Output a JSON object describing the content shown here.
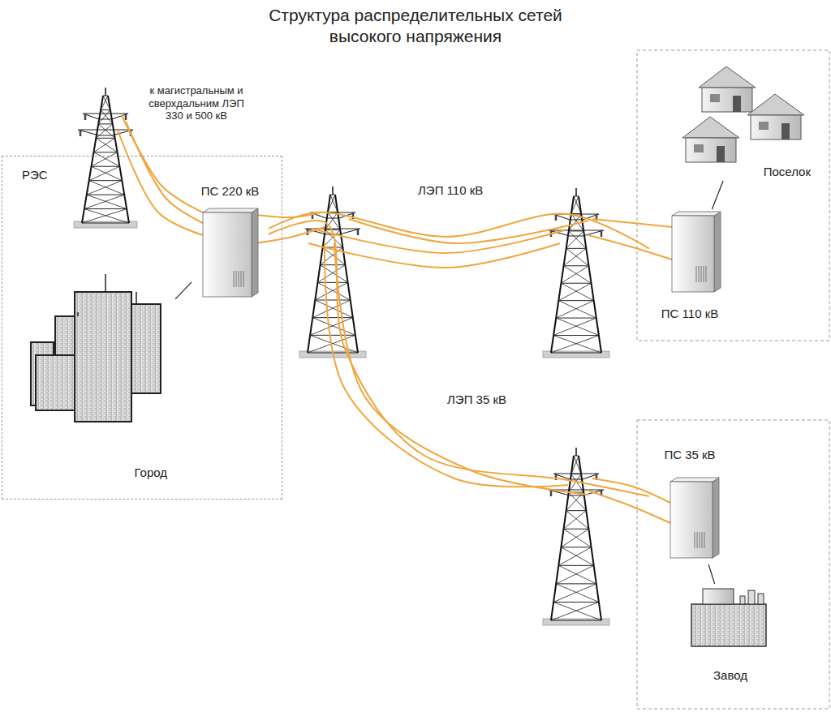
{
  "diagram": {
    "title": "Структура распределительных сетей высокого напряжения",
    "nodes": [
      {
        "text": [
          "РЭС"
        ]
      },
      {
        "text": [
          "ПС 220 кВ"
        ],
        "in": 0
      },
      {
        "text": [
          "Город"
        ],
        "in": 0
      },
      {
        "text": [
          "Поселок"
        ]
      },
      {
        "text": [
          "ПС 110 кВ"
        ]
      },
      {
        "text": [
          "ПС 35 кВ"
        ]
      },
      {
        "text": [
          "Завод"
        ]
      }
    ],
    "edges": [
      {
        "from": 1,
        "to": 2,
        "arrow": "none"
      },
      {
        "from": 1,
        "to": 4,
        "label": "ЛЭП 110 кВ",
        "arrow": "none"
      },
      {
        "from": 1,
        "to": 5,
        "label": "ЛЭП 35 кВ",
        "arrow": "none"
      },
      {
        "from": 4,
        "to": 3,
        "arrow": "none"
      },
      {
        "from": 5,
        "to": 6,
        "arrow": "none"
      }
    ],
    "labels": [
      "к магистральным и сверхдальним ЛЭП 330 и 500 кВ"
    ]
  }
}
